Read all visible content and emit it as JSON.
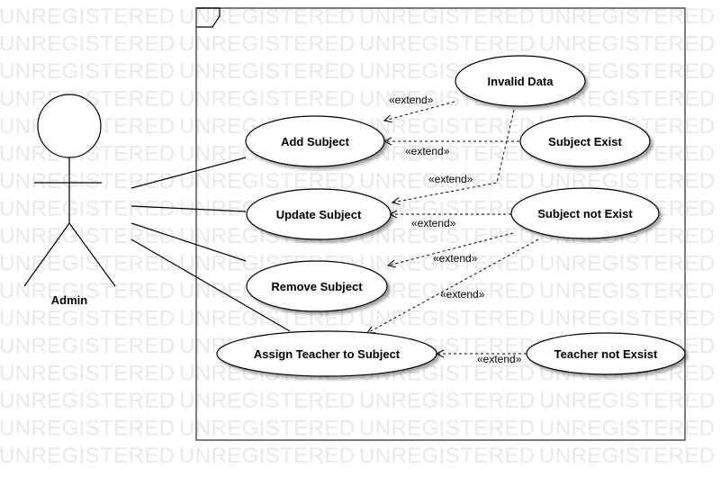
{
  "watermark_text": "UNREGISTERED",
  "actor": {
    "label": "Admin"
  },
  "use_cases": {
    "add_subject": "Add Subject",
    "update_subject": "Update Subject",
    "remove_subject": "Remove Subject",
    "assign_teacher": "Assign Teacher to Subject",
    "invalid_data": "Invalid Data",
    "subject_exist": "Subject Exist",
    "subject_not_exist": "Subject not Exist",
    "teacher_not_exist": "Teacher not Exsist"
  },
  "relation_label": "«extend»"
}
